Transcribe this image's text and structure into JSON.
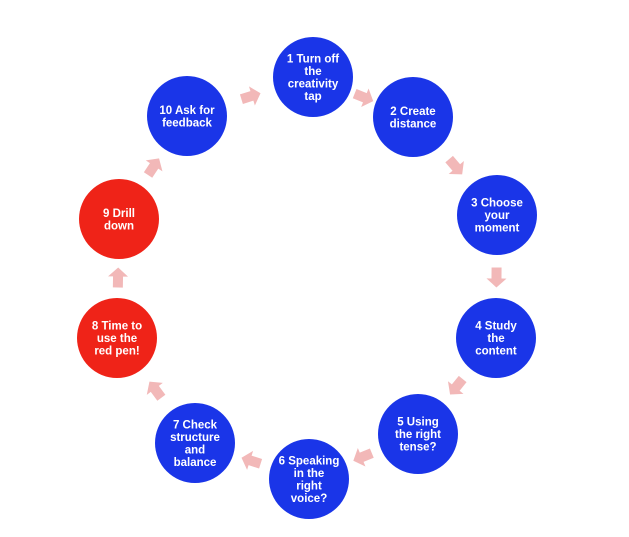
{
  "diagram": {
    "type": "cycle",
    "colors": {
      "blue_node": "#1a35e8",
      "red_node": "#ef2318",
      "arrow": "#f2b8b8",
      "text": "#ffffff"
    },
    "steps": [
      {
        "lines": [
          "1 Turn off",
          "the",
          "creativity",
          "tap"
        ],
        "color": "blue_node"
      },
      {
        "lines": [
          "2 Create",
          "distance"
        ],
        "color": "blue_node"
      },
      {
        "lines": [
          "3 Choose",
          "your",
          "moment"
        ],
        "color": "blue_node"
      },
      {
        "lines": [
          "4 Study",
          "the",
          "content"
        ],
        "color": "blue_node"
      },
      {
        "lines": [
          "5 Using",
          "the right",
          "tense?"
        ],
        "color": "blue_node"
      },
      {
        "lines": [
          "6 Speaking",
          "in the",
          "right",
          "voice?"
        ],
        "color": "blue_node"
      },
      {
        "lines": [
          "7 Check",
          "structure",
          "and",
          "balance"
        ],
        "color": "blue_node"
      },
      {
        "lines": [
          "8 Time to",
          "use the",
          "red pen!"
        ],
        "color": "red_node"
      },
      {
        "lines": [
          "9 Drill",
          "down"
        ],
        "color": "red_node"
      },
      {
        "lines": [
          "10 Ask for",
          "feedback"
        ],
        "color": "blue_node"
      }
    ]
  }
}
